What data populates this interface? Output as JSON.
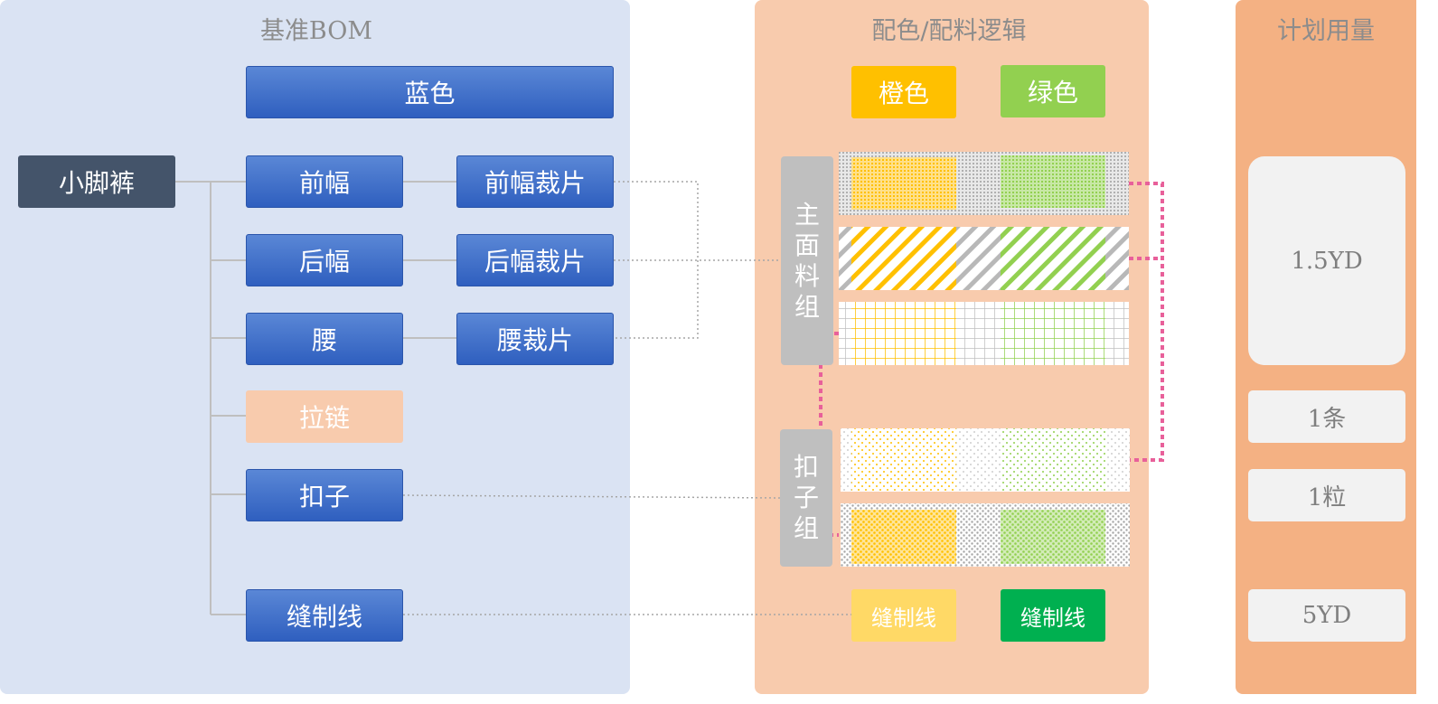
{
  "left_panel": {
    "title": "基准BOM",
    "root": "小脚裤",
    "top_color": "蓝色",
    "parts": [
      "前幅",
      "后幅",
      "腰"
    ],
    "cut_pieces": [
      "前幅裁片",
      "后幅裁片",
      "腰裁片"
    ],
    "zipper": "拉链",
    "button": "扣子",
    "thread": "缝制线"
  },
  "middle_panel": {
    "title": "配色/配料逻辑",
    "color_orange": "橙色",
    "color_green": "绿色",
    "main_fabric_group": [
      "主",
      "面",
      "料",
      "组"
    ],
    "button_group": [
      "扣",
      "子",
      "组"
    ],
    "thread_orange": "缝制线",
    "thread_green": "缝制线"
  },
  "right_panel": {
    "title": "计划用量",
    "quantities": [
      "1.5YD",
      "1条",
      "1粒",
      "5YD"
    ]
  },
  "colors": {
    "left_bg": "#dae3f3",
    "middle_bg": "#f8cbad",
    "right_bg": "#f4b183",
    "blue_box": "#3e6dc8",
    "dark_box": "#44546a",
    "orange": "#ffc000",
    "green": "#92d050",
    "light_orange": "#ffd966",
    "dark_green": "#00b050",
    "pink_dotted": "#e8609a"
  }
}
